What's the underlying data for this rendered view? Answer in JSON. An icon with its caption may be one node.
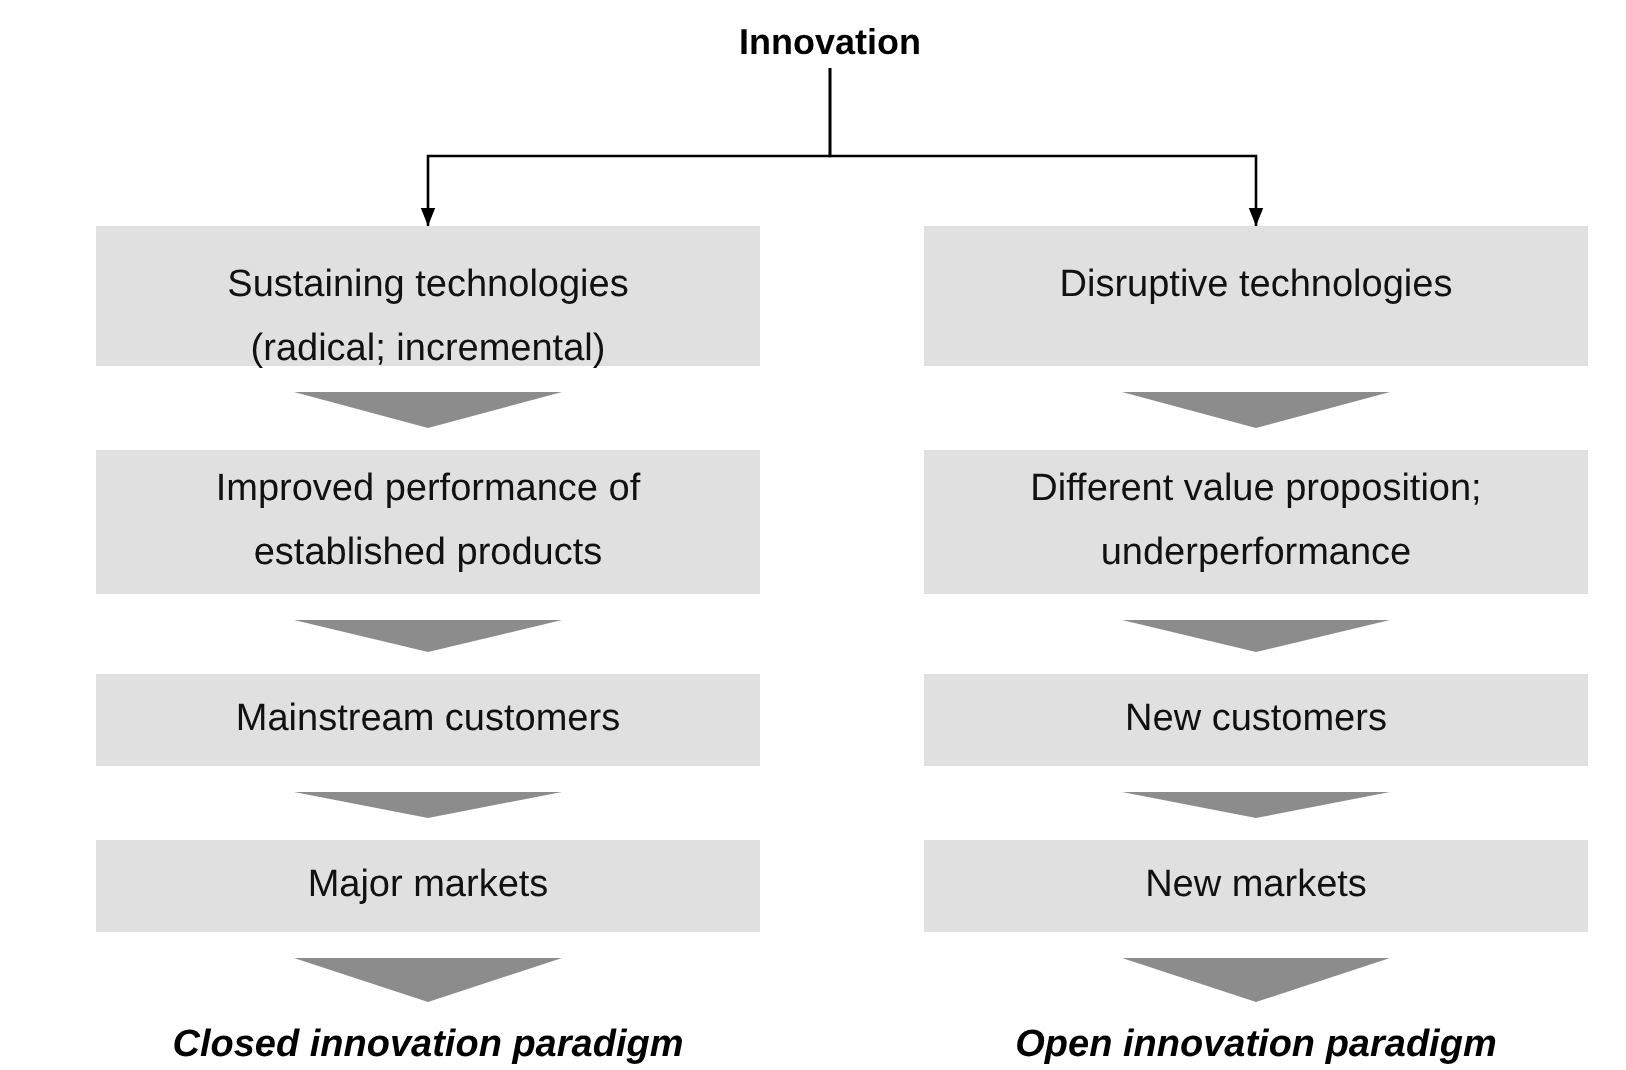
{
  "diagram": {
    "nodes": [
      {
        "text": [
          "Innovation"
        ]
      },
      {
        "text": [
          "Sustaining technologies (radical; incremental)"
        ]
      },
      {
        "text": [
          "Improved performance of established products"
        ]
      },
      {
        "text": [
          "Mainstream customers"
        ]
      },
      {
        "text": [
          "Major markets"
        ]
      },
      {
        "text": [
          "Closed innovation paradigm"
        ]
      },
      {
        "text": [
          "Disruptive technologies"
        ]
      },
      {
        "text": [
          "Different value proposition; underperformance"
        ]
      },
      {
        "text": [
          "New customers"
        ]
      },
      {
        "text": [
          "New markets"
        ]
      },
      {
        "text": [
          "Open innovation paradigm"
        ]
      }
    ],
    "edges": [
      {
        "from": 0,
        "to": 1,
        "arrow": "to",
        "color": "#000000"
      },
      {
        "from": 0,
        "to": 6,
        "arrow": "to",
        "color": "#000000"
      },
      {
        "from": 1,
        "to": 2,
        "arrow": "to"
      },
      {
        "from": 2,
        "to": 3,
        "arrow": "to"
      },
      {
        "from": 3,
        "to": 4,
        "arrow": "to"
      },
      {
        "from": 4,
        "to": 5,
        "arrow": "to"
      },
      {
        "from": 6,
        "to": 7,
        "arrow": "to"
      },
      {
        "from": 7,
        "to": 8,
        "arrow": "to"
      },
      {
        "from": 8,
        "to": 9,
        "arrow": "to"
      },
      {
        "from": 9,
        "to": 10,
        "arrow": "to"
      }
    ]
  }
}
